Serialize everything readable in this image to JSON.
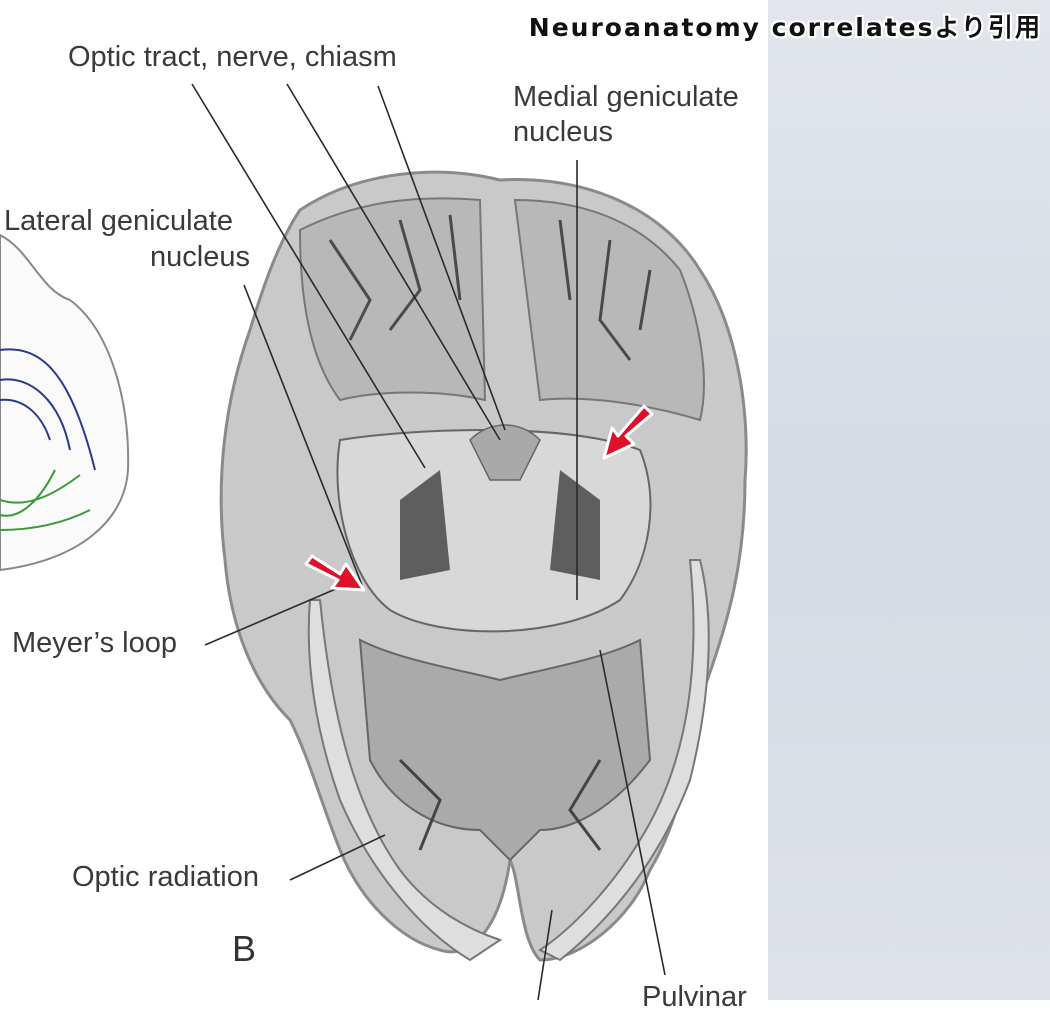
{
  "caption": "Neuroanatomy correlatesより引用",
  "labels": {
    "optic_tract": "Optic tract, nerve, chiasm",
    "medial_geniculate_line1": "Medial geniculate",
    "medial_geniculate_line2": "nucleus",
    "lateral_geniculate_line1": "Lateral geniculate",
    "lateral_geniculate_line2": "nucleus",
    "meyers_loop": "Meyer’s loop",
    "optic_radiation": "Optic radiation",
    "pulvinar": "Pulvinar",
    "panel_letter": "B"
  },
  "colors": {
    "arrow": "#e0102a",
    "label_text": "#3a3a3a",
    "side_panel": "#d8dde4",
    "left_sketch_blue": "#2c3a8c",
    "left_sketch_green": "#3a9a3a"
  }
}
